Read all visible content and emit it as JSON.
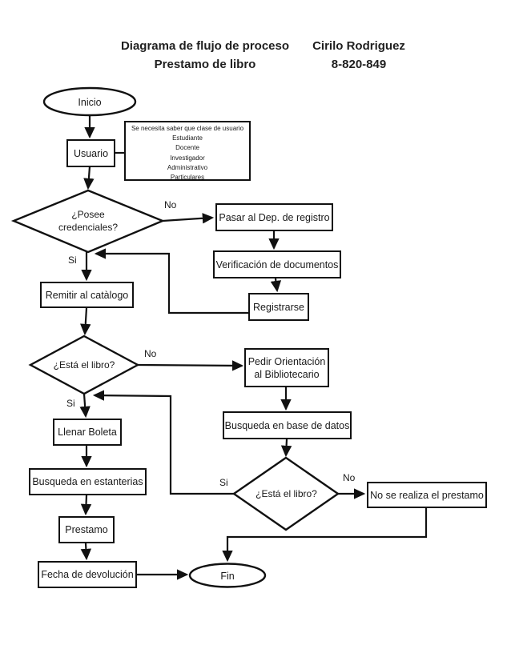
{
  "header": {
    "title_line1": "Diagrama de flujo de proceso",
    "title_line2": "Prestamo de libro",
    "author_name": "Cirilo Rodriguez",
    "author_id": "8-820-849"
  },
  "nodes": {
    "inicio": {
      "label": "Inicio"
    },
    "usuario": {
      "label": "Usuario"
    },
    "nota_usuario": {
      "line1": "Se necesita saber que clase de usuario",
      "line2": "Estudiante",
      "line3": "Docente",
      "line4": "Investigador",
      "line5": "Administrativo",
      "line6": "Particulares"
    },
    "posee_credenciales": {
      "line1": "¿Posee",
      "line2": "credenciales?"
    },
    "pasar_dep_registro": {
      "label": "Pasar al Dep. de registro"
    },
    "verificacion_documentos": {
      "label": "Verificación de documentos"
    },
    "registrarse": {
      "label": "Registrarse"
    },
    "remitir_catalogo": {
      "label": "Remitir al catàlogo"
    },
    "esta_el_libro_1": {
      "label": "¿Está el libro?"
    },
    "pedir_orientacion": {
      "line1": "Pedir Orientación",
      "line2": "al Bibliotecario"
    },
    "busqueda_base_datos": {
      "label": "Busqueda en base de datos"
    },
    "llenar_boleta": {
      "label": "Llenar Boleta"
    },
    "busqueda_estanterias": {
      "label": "Busqueda en estanterias"
    },
    "esta_el_libro_2": {
      "label": "¿Está el libro?"
    },
    "no_se_realiza": {
      "label": "No se realiza el prestamo"
    },
    "prestamo": {
      "label": "Prestamo"
    },
    "fecha_devolucion": {
      "label": "Fecha de devolución"
    },
    "fin": {
      "label": "Fin"
    }
  },
  "edge_labels": {
    "posee_no": "No",
    "posee_si": "Si",
    "libro1_no": "No",
    "libro1_si": "Si",
    "libro2_si": "Si",
    "libro2_no": "No"
  },
  "colors": {
    "line": "#111111",
    "text": "#1a1a1a",
    "background": "#ffffff"
  }
}
